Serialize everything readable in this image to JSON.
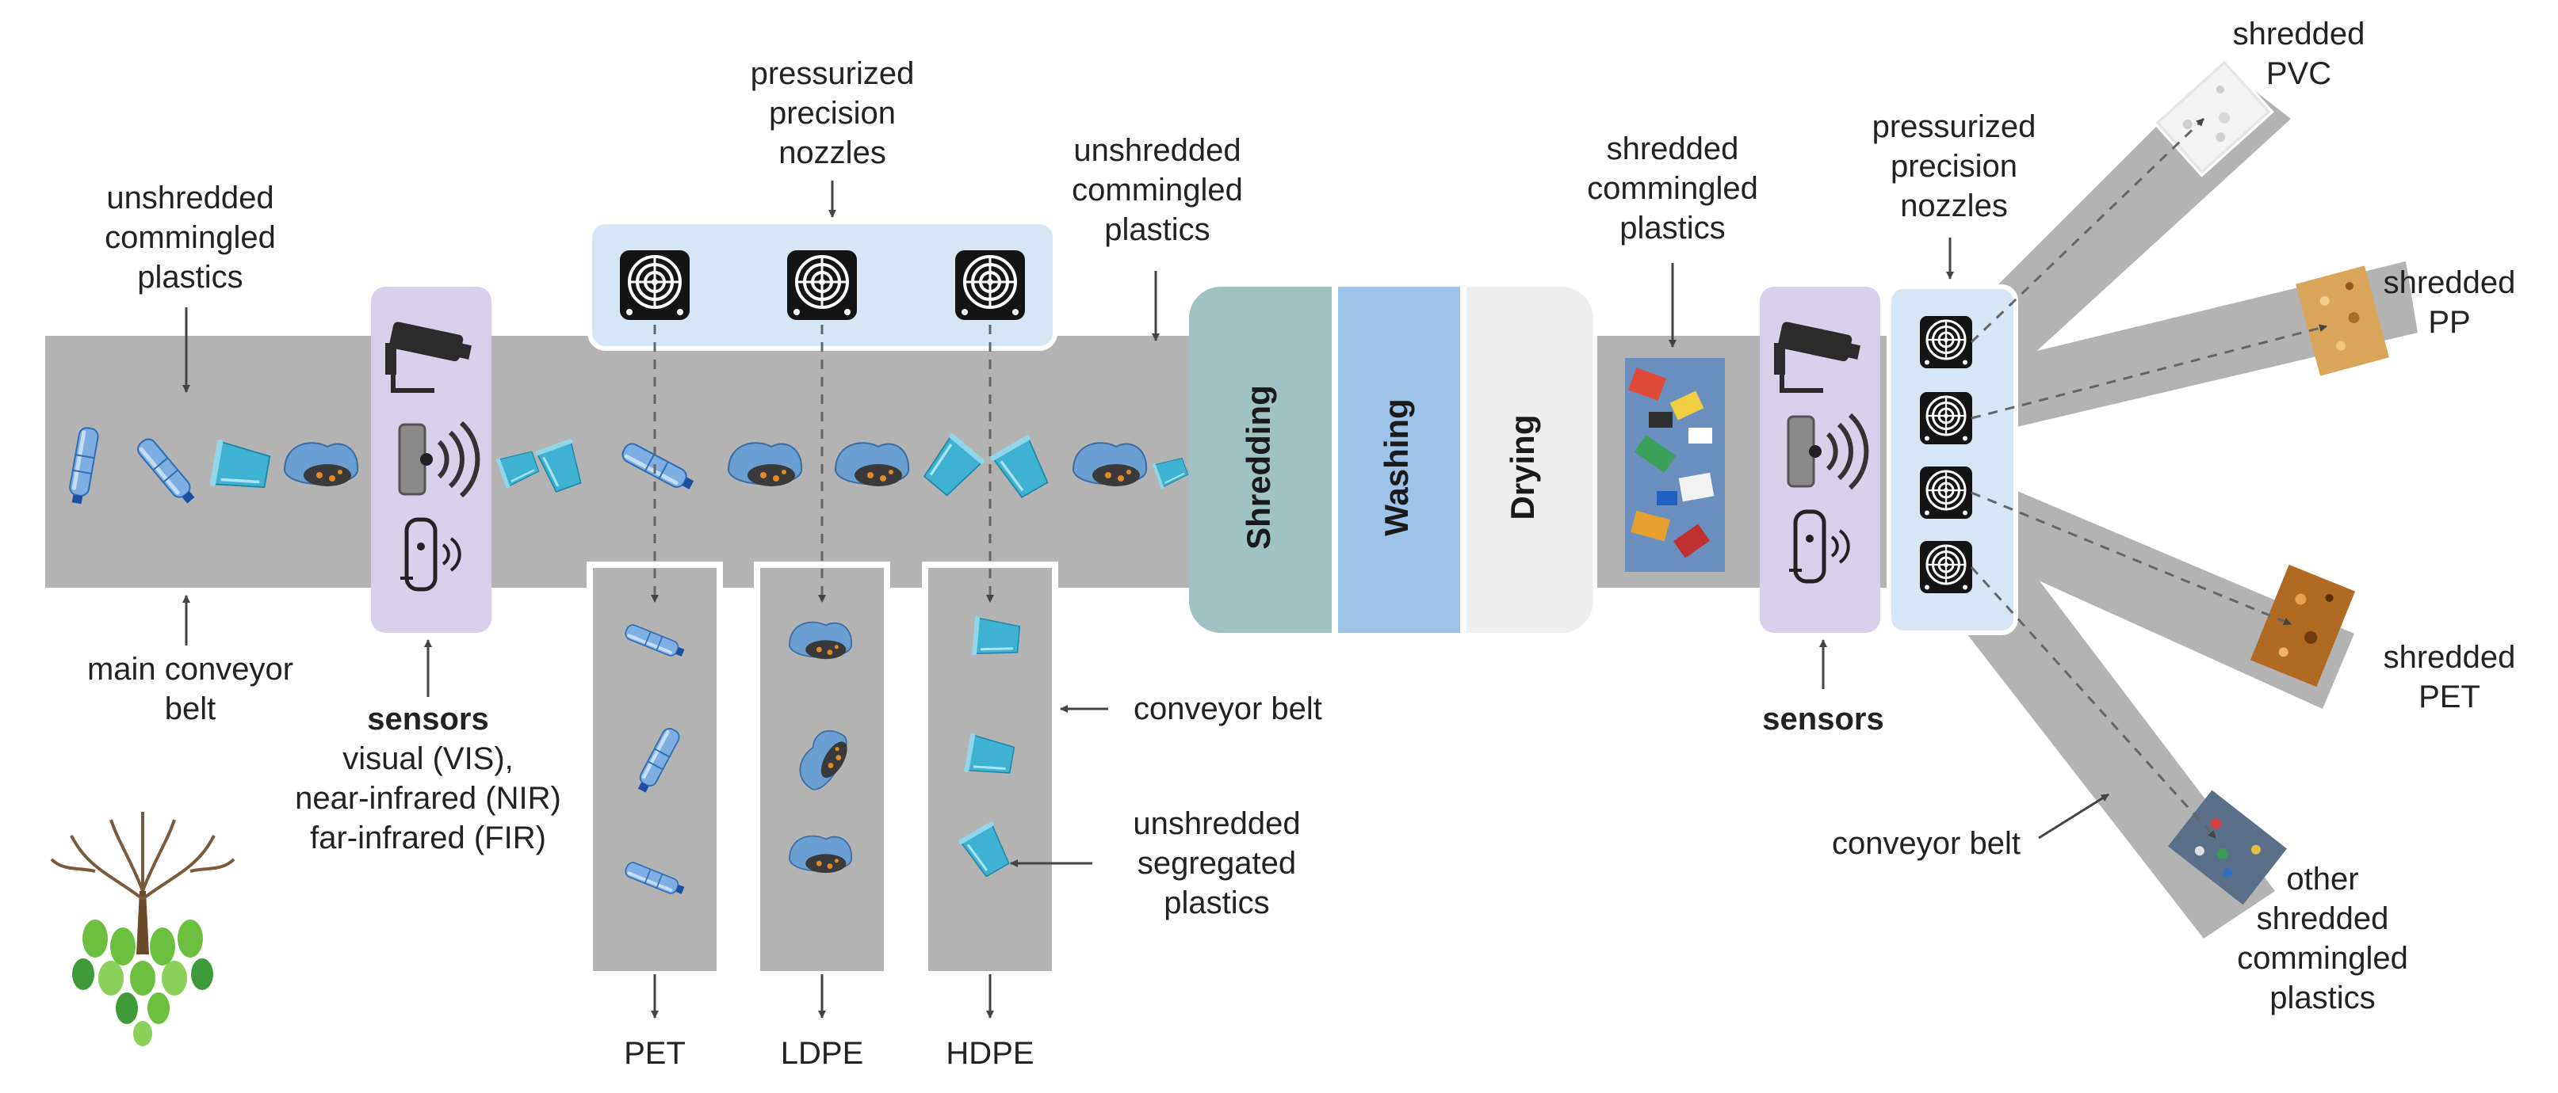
{
  "labels": {
    "unshredded_commingled_left": "unshredded\ncommingled\nplastics",
    "main_conveyor_belt": "main conveyor\nbelt",
    "sensors_left_title": "sensors",
    "sensors_left_detail": "visual (VIS),\nnear-infrared (NIR)\nfar-infrared (FIR)",
    "nozzles_left": "pressurized\nprecision\nnozzles",
    "unshredded_commingled_mid": "unshredded\ncommingled\nplastics",
    "conveyor_belt_mid": "conveyor belt",
    "unshredded_segregated": "unshredded\nsegregated\nplastics",
    "shredded_commingled": "shredded\ncommingled\nplastics",
    "nozzles_right": "pressurized\nprecision\nnozzles",
    "sensors_right": "sensors",
    "conveyor_belt_right": "conveyor belt",
    "out_pvc": "shredded\nPVC",
    "out_pp": "shredded\nPP",
    "out_pet": "shredded\nPET",
    "out_other": "other\nshredded\ncommingled\nplastics"
  },
  "stages": [
    "Shredding",
    "Washing",
    "Drying"
  ],
  "bins": [
    "PET",
    "LDPE",
    "HDPE"
  ],
  "colors": {
    "belt": "#b3b3b3",
    "sensor_panel": "#d9d1ec",
    "nozzle_panel": "#d6e6f5",
    "shredding": "#9fc2c2",
    "washing": "#9ec2e8",
    "drying": "#efefef",
    "bottle": "#5e95d2",
    "cup": "#3fb2d2",
    "bag": "#6a9ed1"
  }
}
